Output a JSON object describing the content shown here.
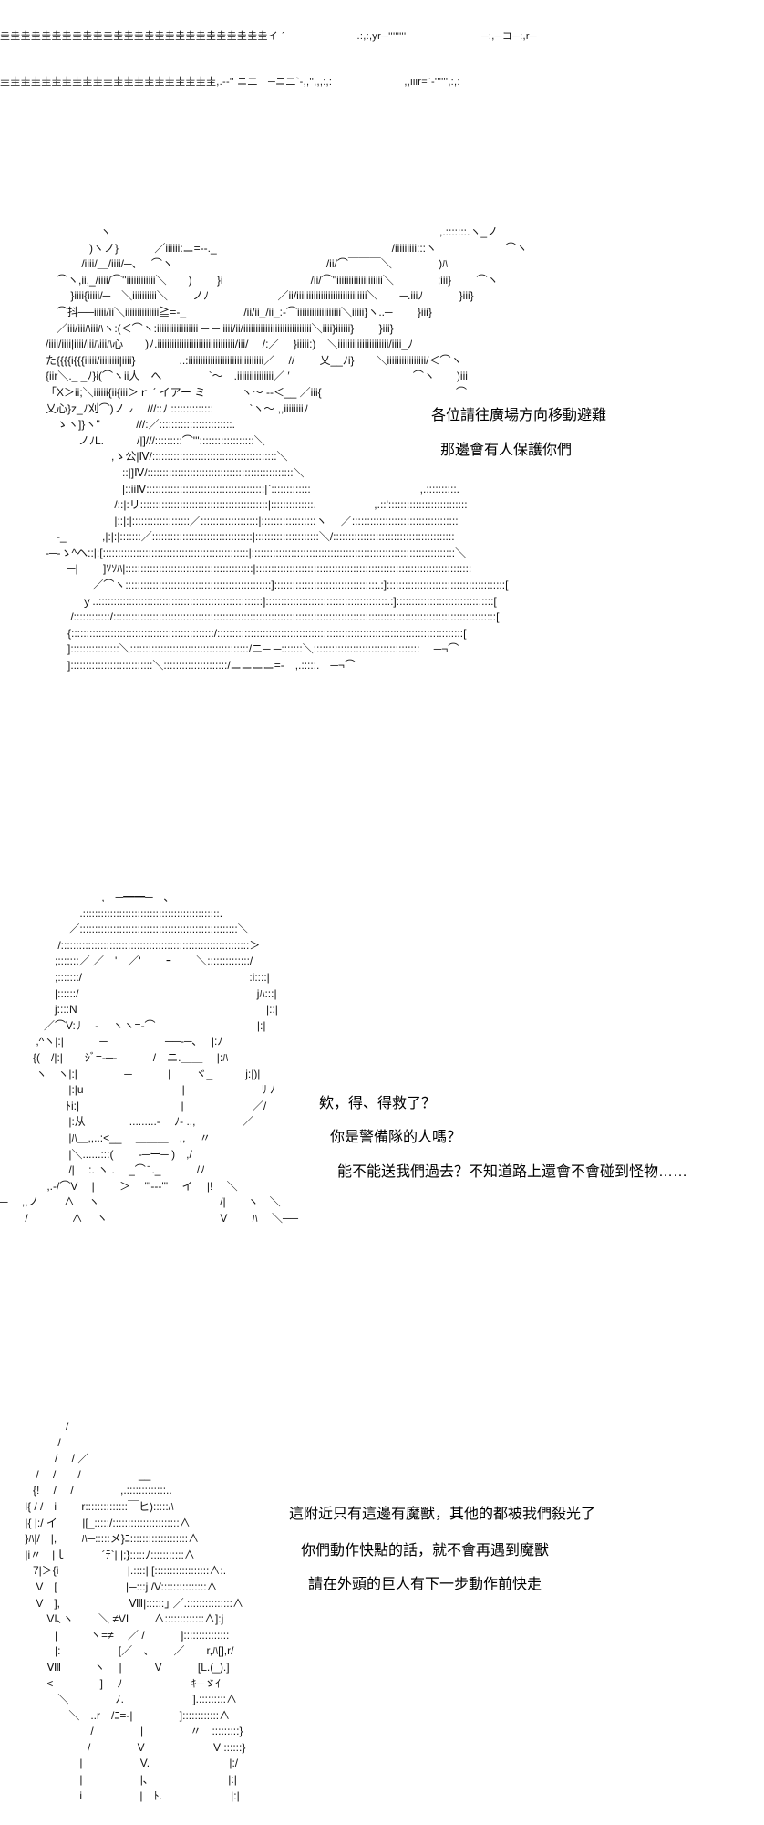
{
  "top_strip": [
    "圭圭圭圭圭圭圭圭圭圭圭圭圭圭圭圭圭圭圭圭圭圭圭圭圭圭イ ˊ　　　　　　　.:,:,yr─''''''''　　　　　　　 ─:,─コ─:,r─",
    "圭圭圭圭圭圭圭圭圭圭圭圭圭圭圭圭圭圭圭圭圭,.-‐'' ニ二　─ニ二`-,,'',,,:,:　　　　　　　,,iiir=ˋ-'''''',:,:"
  ],
  "art_monster": [
    "　　　　　ヽ　　　　　　　　　　　　　　　　　　　　　　　　　　　　　　,.:::::::.ヽ_ノ",
    "　　　　)ヽノ}　　　 ／iiiiii:ニ=‐-._　　　　　　　　　　　　　　　　/iiiiiiiii:::ヽ　　　　　　 ⌒ヽ",
    "　　　 /iiii/＿/iiii/─､　 ⌒ヽ　　　　　　　　　　　　　　/ii/⌒￣￣￣＼　　　　 )ﾊ",
    "　⌒ヽ,ii,_/iiii/⌒''iiiiiiiiiiii＼　　)　　 }i　　　　　　　　/ii/⌒''iiiiiiiiiiiiiiiiiii＼　　　　;iii}　　 ⌒ヽ",
    "　　 }iiii{iiiii/─　＼iiiiiiiiii＼　　 ノﾉ　　　　　　 ／ii/iiiiiiiiiiiiiiiiiiiiiiiiiiiii＼　　─.iiiﾉ　　　 }iii}",
    "　⌒抖──iiiii/ii＼iiiiiiiiiiiiii≧=‐_　　　　　 /ii/ii_/ii_:-⌒iiiiiiiiiiiiiiiiii＼iiiii}ヽ..─　　 }iii}",
    "　／iii/iiiﾊiiiﾊヽ:(＜⌒ヽ:iiiiiiiiiiiiiiiii ─ ─ iiii/ii/iiiiiiiiiiiiiiiiiiiiiiiiiiii＼iiii}iiiiii}　　 }iii}",
    "/iiii/iiii|iiii/iiiﾊiiiﾊ心　　)ﾉ.iiiiiiiiiiiiiiiiiiiiiiiiiiiiiiii/iii/　 /:／　 }iiiii:)　＼iiiiiiiiiiiiiiiiiiiii/iiii_ﾉ",
    "た{{{{i{{{iiiii/iiiiiiii|iiii}　　　　..:iiiiiiiiiiiiiiiiiiiiiiiiiiiiiii／　 //　　 乂__ﾉi}　　＼iiiiiiiiiiiiiiii/＜⌒ヽ",
    "{iir＼._ _ﾉ}i(⌒ヽii人　へ　　　　 `～　.iiiiiiiiiiiiiii／ ′　　　　　　　　　　　 ⌒ヽ　　)iii",
    "「X＞ii;＼iiiiii{ii{iii＞ｒ ˊ イアー ミ　　　 ヽ～ -‐＜__ ／iii{　　　　　　　　　　　　 ⌒",
    "乂心}z_ﾉ刈⌒)ノ ﾚ　 ///::ﾉ ::::::::::::::　　　 `ヽ～ ,,iiiiiiiiﾉ",
    "　ゝヽ]}ヽ''　　　 ///:／::::::::::::::::::::::::.",
    "　　　ノﾉL.　　　/|]///:::::::::⌒'''::::::::::::::::::＼",
    "　　　　　　,ゝ公|Ⅳ/:::::::::::::::::::::::::::::::::::::::::＼",
    "　　　　　　　::|]Ⅳ/::::::::::::::::::::::::::::::::::::::::::::::::＼",
    "　　　　　　　|::iiⅣ:::::::::::::::::::::::::::::::::::::::|`:::::::::::::　　　　　　　　　　,.::::::::::.",
    "　　　　　　 /::|:リ::::::::::::::::::::::::::::::::::::::::::|::::::::::::::.　　　　　 ,.::'::::::::::::::::::::::::::",
    "　　　　　　 |::|:|:::::::::::::::::::／:::::::::::::::::::|::::::::::::::::::ヽ　 ／:::::::::::::::::::::::::::::::::::",
    "　-_　　　 ,|:|:|:::::::／:::::::::::::::::::::::::::::::::|:::::::::::::::::::::＼/::::::::::::::::::::::::::::::::::::::::",
    "-─-ゝ^ヘ::|:[::::::::::::::::::::::::::::::::::::::::::::::::|:::::::::::::::::::::::::::::::::::::::::::::::::::::::::::::::::::＼",
    "　　─|　　 ]ｿｿﾊ|::::::::::::::::::::::::::::::::::::::::::|:::::::::::::::::::::::::::::::::::::::::::::::::::::::::::::::::::::::",
    "　　　　 ／⌒ヽ::::::::::::::::::::::::::::::::::::::::::::::::]::::::::::::::::::::::::::::::::::.:]:::::::::::::::::::::::::::::::::::::::[",
    "　　　 ｙ..::::::::::::::::::::::::::::::::::::::::::::::::::::::]::::::::::::::::::::::::::::::::::::::::.:]::::::::::::::::::::::::::::::::[",
    "　　 /::::::::::::/::::::::::::::::::::::::::::::::::::::::::::::::::::::::::::::::::::::::::::::::::::::::::::::::::::::::::::::::::::::::::::::[",
    "　　{:::::::::::::::::::::::::::::::::::::::::::::::/:::::::::::::::::::::::::::::::::::::::::::::::::::::::::::::::::::::::::::::::::[",
    "　　]::::::::::::::::＼:::::::::::::::::::::::::::::::::::::::/ニ─ ─:::::::＼:::::::::::::::::::::::::::::::::::　 ─¬⌒",
    "　　]:::::::::::::::::::::::::::＼:::::::::::::::::::::/ニニニニ=‐　,.:::::.　─¬⌒"
  ],
  "art_face": [
    "　　　　　　　　　 ,　─━━─　､",
    "　　　　　　　 .:::::::::::::::::::::::::::::::::::::::::::::.",
    "　　　　　　 ／::::::::::::::::::::::::::::::::::::::::::::::::::::＼",
    "　　　　　 /::::::::::::::::::::::::::::::::::::::::::::::::::::::::::::::＞",
    "　　　　　;:::::::／ ／　'　／'　　 ｰ　　 ＼::::::::::::::/",
    "　　　　　;:::::::/　　　　　　　　　　　　　　　 :i::::|",
    "　　　　　|::::::/　　　　　　　　　　　　　　　　 jﾊ:::|",
    "　　　　　j::::N　　　　　　　　　　　　　　　　　 |::|",
    "　　　　／⌒V:ﾘ　 ‐　 ヽヽ=‐⌒　　　　　　　　　 |:|",
    "　　　 ,^ヽ|:|　　　 ─　　　　　 ──‐─､　 |:ﾉ",
    "　　　{(　/|:|　　ｼﾞ=‐─‐　　　 /　ニ.＿＿　 |:ﾊ",
    "　　　 ヽ　ヽ|:|　　　　 ─　　　 |　　 ヾ_　　　j:|)|",
    "　　　　　　 |:|u　　　　　　　　　|　　　　　　　ﾘ ﾉ",
    "　　　　　　ﾄi:|　　　　　　　　　 |　　　　　　 ／/",
    "　　　　　　 |:从　　　　.........‐　 ﾉ‐ .,,　　　　 ／",
    "　　　　　　 |ﾊ＿,,..:<__　 ＿＿＿　,,　 〃",
    "　　　　　　 |＼......:::( 　　‐─ー─ )　,/",
    "　　　　　　 /|　 :. ヽ .　 _⌒ ̄ ._ 　　　/ﾉ",
    "　　　　 ,.‐/⌒V　 |　　 ＞　 '''‐‐‐'''　 イ　 |!　 ＼",
    "─　 ,,ノ　　 ∧　 ヽ　　　　　　　　　　　/|　　ヽ　＼",
    "　　 /　　　　∧　 ヽ　　　　　　　　　　 V　　 ﾊ　 ＼──"
  ],
  "art_soldier": [
    "　　　　　　/",
    "　　　　　 /",
    "　　　　　/　 / ／",
    "　　　 /　 /　　/　　　　　 __",
    "　　　{!　 /　 /　　　　 ,.:::::::::::::..",
    "　　 l{ / /　i　　 r::::::::::::::￣ヒ):::::ﾊ",
    "　　 |{ |:/ イ　　 |[_:::::/::::::::::::::::::::::∧",
    "　　 }ﾊ|/　|,　　 ﾊ─:::::メ}ﾆ:::::::::::::::::::∧",
    "　　 |i〃　|ｌ　　　 ´ﾃ`| |;}:::::ﾉ:::::::::::∧",
    "　　　7|＞{i　　　　　　 |.::::| [::::::::::::::::::∧:.",
    "　　　 V　[　　　　　　 |─:::j /V:::::::::::::::∧",
    "　　　 V　],　　　　　　 Ⅷ|::::::｣ ／.:::::::::::::::∧",
    "　　　　 VI､ヽ　　 ＼ ≠VI　　 ∧:::::::::::::∧]:j",
    "　　　　　|　　　ヽ=≠　 ／ /　　　 ]:::::::::::::::",
    "　　　　　|:　　　　　 [／　、　　 ／　　r,ﾊ[],r/",
    "　　　　 Ⅷ　　　ヽ　 |　　　V　　　 [L.(_).]",
    "　　　　 <　　　　 ]　 ﾉ　　　　　　 ｷ─ゞｲ",
    "　　　　　 ＼　　　　 ﾉ.　　　　　　 ].:::::::::∧",
    "　　　　　　 ＼　..r　/ﾆ=‐|　　　　 ]::::::::::::∧",
    "　　　　　　　　 /　　　　 |　　　　 〃　:::::::::}",
    "　　　　　　　　/　　　　 V　　　　　　 V ::::::}",
    "　　　　　　　 |　　　　　 V.　　　　　　　 |:/",
    "　　　　　　　 |　　　　　 |､　　　　　　　 |:|",
    "　　　　　　　 i　　　　　 |　ﾄ.　　　　　　 |:|"
  ],
  "dialogue": {
    "scene1": [
      "各位請往廣場方向移動避難",
      "那邊會有人保護你們"
    ],
    "scene2": [
      "欸，得、得救了？",
      "你是警備隊的人嗎？",
      "能不能送我們過去？不知道路上還會不會碰到怪物……"
    ],
    "scene3": [
      "這附近只有這邊有魔獸，其他的都被我們殺光了",
      "你們動作快點的話，就不會再遇到魔獸",
      "請在外頭的巨人有下一步動作前快走"
    ]
  }
}
